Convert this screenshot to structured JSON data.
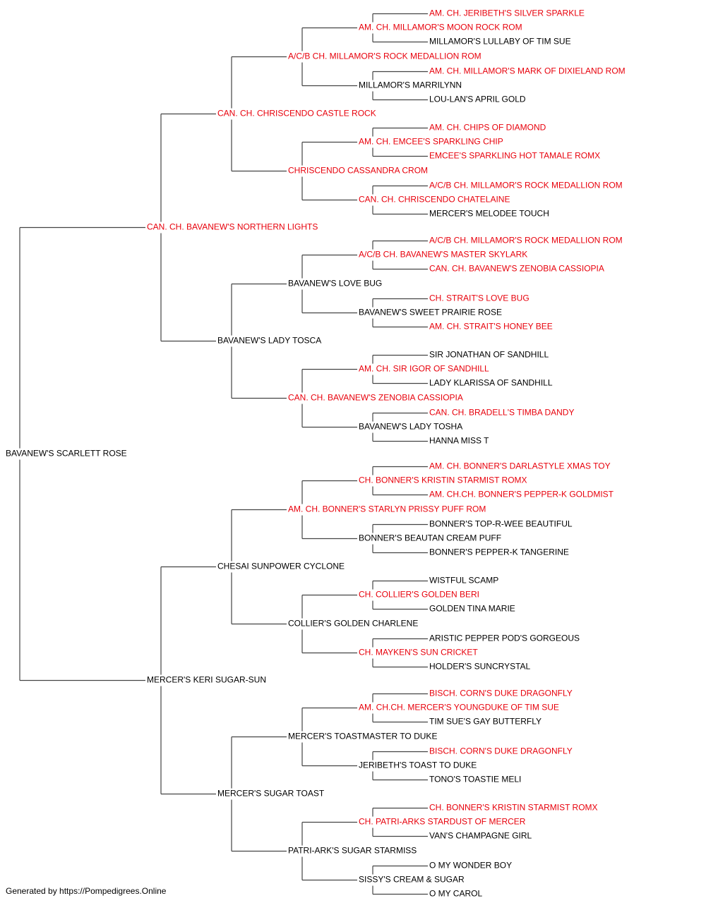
{
  "colors": {
    "champion": "#e8000b",
    "normal": "#000000",
    "line": "#444444"
  },
  "footer": "Generated by https://Pompedigrees.Online",
  "pedigree": {
    "name": "BAVANEW'S SCARLETT ROSE",
    "champion": false,
    "sire": {
      "name": "CAN. CH. BAVANEW'S NORTHERN LIGHTS",
      "champion": true,
      "sire": {
        "name": "CAN. CH. CHRISCENDO CASTLE ROCK",
        "champion": true,
        "sire": {
          "name": "A/C/B CH. MILLAMOR'S ROCK MEDALLION ROM",
          "champion": true,
          "sire": {
            "name": "AM. CH. MILLAMOR'S MOON ROCK ROM",
            "champion": true,
            "sire": {
              "name": "AM. CH. JERIBETH'S SILVER SPARKLE",
              "champion": true
            },
            "dam": {
              "name": "MILLAMOR'S LULLABY OF TIM SUE",
              "champion": false
            }
          },
          "dam": {
            "name": "MILLAMOR'S MARRILYNN",
            "champion": false,
            "sire": {
              "name": "AM. CH. MILLAMOR'S MARK OF DIXIELAND ROM",
              "champion": true
            },
            "dam": {
              "name": "LOU-LAN'S APRIL GOLD",
              "champion": false
            }
          }
        },
        "dam": {
          "name": "CHRISCENDO CASSANDRA CROM",
          "champion": true,
          "sire": {
            "name": "AM. CH. EMCEE'S SPARKLING CHIP",
            "champion": true,
            "sire": {
              "name": "AM. CH. CHIPS OF DIAMOND",
              "champion": true
            },
            "dam": {
              "name": "EMCEE'S SPARKLING HOT TAMALE ROMX",
              "champion": true
            }
          },
          "dam": {
            "name": "CAN. CH. CHRISCENDO CHATELAINE",
            "champion": true,
            "sire": {
              "name": "A/C/B CH. MILLAMOR'S ROCK MEDALLION ROM",
              "champion": true
            },
            "dam": {
              "name": "MERCER'S MELODEE TOUCH",
              "champion": false
            }
          }
        }
      },
      "dam": {
        "name": "BAVANEW'S LADY TOSCA",
        "champion": false,
        "sire": {
          "name": "BAVANEW'S LOVE BUG",
          "champion": false,
          "sire": {
            "name": "A/C/B CH. BAVANEW'S MASTER SKYLARK",
            "champion": true,
            "sire": {
              "name": "A/C/B CH. MILLAMOR'S ROCK MEDALLION ROM",
              "champion": true
            },
            "dam": {
              "name": "CAN. CH. BAVANEW'S ZENOBIA CASSIOPIA",
              "champion": true
            }
          },
          "dam": {
            "name": "BAVANEW'S SWEET PRAIRIE ROSE",
            "champion": false,
            "sire": {
              "name": "CH. STRAIT'S LOVE BUG",
              "champion": true
            },
            "dam": {
              "name": "AM. CH. STRAIT'S HONEY BEE",
              "champion": true
            }
          }
        },
        "dam": {
          "name": "CAN. CH. BAVANEW'S ZENOBIA CASSIOPIA",
          "champion": true,
          "sire": {
            "name": "AM. CH. SIR IGOR OF SANDHILL",
            "champion": true,
            "sire": {
              "name": "SIR JONATHAN OF SANDHILL",
              "champion": false
            },
            "dam": {
              "name": "LADY KLARISSA OF SANDHILL",
              "champion": false
            }
          },
          "dam": {
            "name": "BAVANEW'S LADY TOSHA",
            "champion": false,
            "sire": {
              "name": "CAN. CH. BRADELL'S TIMBA DANDY",
              "champion": true
            },
            "dam": {
              "name": "HANNA MISS T",
              "champion": false
            }
          }
        }
      }
    },
    "dam": {
      "name": "MERCER'S KERI SUGAR-SUN",
      "champion": false,
      "sire": {
        "name": "CHESAI SUNPOWER CYCLONE",
        "champion": false,
        "sire": {
          "name": "AM. CH. BONNER'S STARLYN PRISSY PUFF ROM",
          "champion": true,
          "sire": {
            "name": "CH. BONNER'S KRISTIN STARMIST ROMX",
            "champion": true,
            "sire": {
              "name": "AM. CH. BONNER'S DARLASTYLE XMAS TOY",
              "champion": true
            },
            "dam": {
              "name": "AM. CH.CH. BONNER'S PEPPER-K GOLDMIST",
              "champion": true
            }
          },
          "dam": {
            "name": "BONNER'S BEAUTAN CREAM PUFF",
            "champion": false,
            "sire": {
              "name": "BONNER'S TOP-R-WEE BEAUTIFUL",
              "champion": false
            },
            "dam": {
              "name": "BONNER'S PEPPER-K TANGERINE",
              "champion": false
            }
          }
        },
        "dam": {
          "name": "COLLIER'S GOLDEN CHARLENE",
          "champion": false,
          "sire": {
            "name": "CH. COLLIER'S GOLDEN BERI",
            "champion": true,
            "sire": {
              "name": "WISTFUL SCAMP",
              "champion": false
            },
            "dam": {
              "name": "GOLDEN TINA MARIE",
              "champion": false
            }
          },
          "dam": {
            "name": "CH. MAYKEN'S SUN CRICKET",
            "champion": true,
            "sire": {
              "name": "ARISTIC PEPPER POD'S GORGEOUS",
              "champion": false
            },
            "dam": {
              "name": "HOLDER'S SUNCRYSTAL",
              "champion": false
            }
          }
        }
      },
      "dam": {
        "name": "MERCER'S SUGAR TOAST",
        "champion": false,
        "sire": {
          "name": "MERCER'S TOASTMASTER TO DUKE",
          "champion": false,
          "sire": {
            "name": "AM. CH.CH. MERCER'S YOUNGDUKE OF TIM SUE",
            "champion": true,
            "sire": {
              "name": "BISCH. CORN'S DUKE DRAGONFLY",
              "champion": true
            },
            "dam": {
              "name": "TIM SUE'S GAY BUTTERFLY",
              "champion": false
            }
          },
          "dam": {
            "name": "JERIBETH'S TOAST TO DUKE",
            "champion": false,
            "sire": {
              "name": "BISCH. CORN'S DUKE DRAGONFLY",
              "champion": true
            },
            "dam": {
              "name": "TONO'S TOASTIE MELI",
              "champion": false
            }
          }
        },
        "dam": {
          "name": "PATRI-ARK'S SUGAR STARMISS",
          "champion": false,
          "sire": {
            "name": "CH. PATRI-ARKS STARDUST OF MERCER",
            "champion": true,
            "sire": {
              "name": "CH. BONNER'S KRISTIN STARMIST ROMX",
              "champion": true
            },
            "dam": {
              "name": "VAN'S CHAMPAGNE GIRL",
              "champion": false
            }
          },
          "dam": {
            "name": "SISSY'S CREAM & SUGAR",
            "champion": false,
            "sire": {
              "name": "O MY WONDER BOY",
              "champion": false
            },
            "dam": {
              "name": "O MY CAROL",
              "champion": false
            }
          }
        }
      }
    }
  }
}
